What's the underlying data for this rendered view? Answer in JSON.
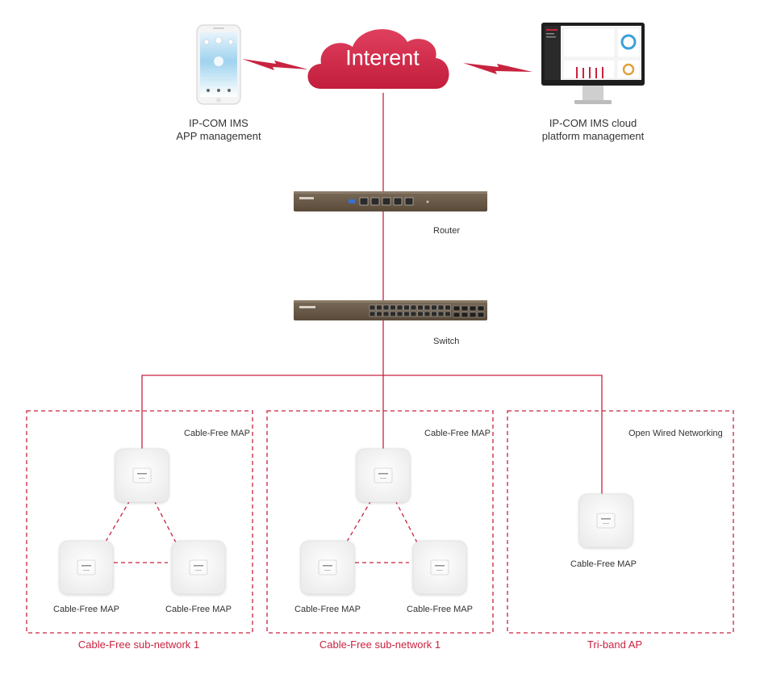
{
  "internet": {
    "label": "Interent"
  },
  "app_management": {
    "line1": "IP-COM IMS",
    "line2": "APP management"
  },
  "cloud_management": {
    "line1": "IP-COM IMS cloud",
    "line2": "platform management"
  },
  "router": {
    "label": "Router"
  },
  "switch": {
    "label": "Switch"
  },
  "groups": [
    {
      "title": "Cable-Free MAP",
      "caption": "Cable-Free sub-network 1",
      "nodes": [
        {
          "label": "Cable-Free MAP"
        },
        {
          "label": "Cable-Free MAP"
        }
      ]
    },
    {
      "title": "Cable-Free MAP",
      "caption": "Cable-Free sub-network 1",
      "nodes": [
        {
          "label": "Cable-Free MAP"
        },
        {
          "label": "Cable-Free MAP"
        }
      ]
    },
    {
      "title": "Open Wired Networking",
      "caption": "Tri-band AP",
      "nodes": [
        {
          "label": "Cable-Free MAP"
        }
      ]
    }
  ],
  "colors": {
    "accent": "#c8233f",
    "cloud": "#d4284a",
    "device_body": "#6b5a48",
    "ap_body": "#f3f3f3"
  }
}
